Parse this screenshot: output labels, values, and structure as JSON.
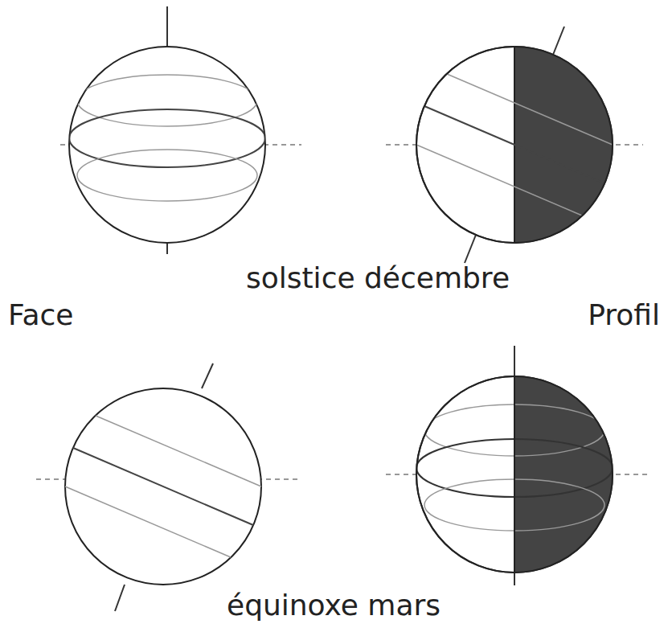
{
  "diagram": {
    "labels": [
      "solstice décembre",
      "Face",
      "Profil",
      "équinoxe mars"
    ]
  }
}
